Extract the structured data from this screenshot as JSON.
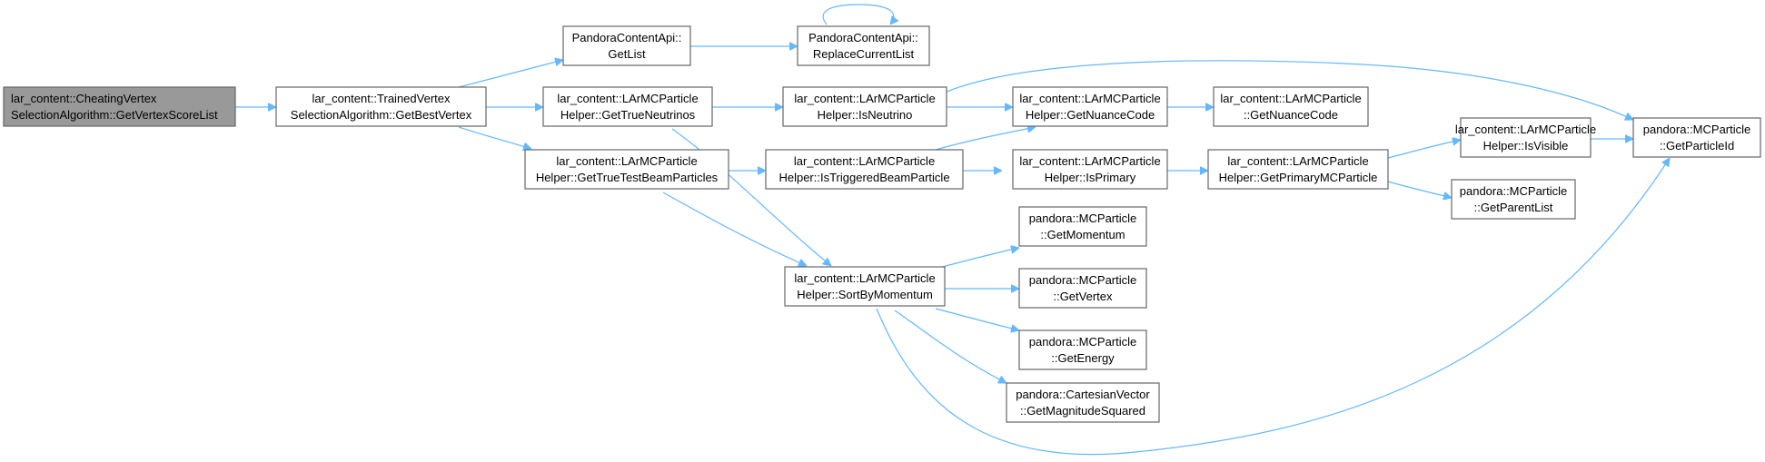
{
  "nodes": {
    "root": [
      "lar_content::CheatingVertex",
      "SelectionAlgorithm::GetVertexScoreList"
    ],
    "best": [
      "lar_content::TrainedVertex",
      "SelectionAlgorithm::GetBestVertex"
    ],
    "getlist": [
      "PandoraContentApi::",
      "GetList"
    ],
    "replace": [
      "PandoraContentApi::",
      "ReplaceCurrentList"
    ],
    "trueneu": [
      "lar_content::LArMCParticle",
      "Helper::GetTrueNeutrinos"
    ],
    "beam": [
      "lar_content::LArMCParticle",
      "Helper::GetTrueTestBeamParticles"
    ],
    "isneu": [
      "lar_content::LArMCParticle",
      "Helper::IsNeutrino"
    ],
    "istrig": [
      "lar_content::LArMCParticle",
      "Helper::IsTriggeredBeamParticle"
    ],
    "sort": [
      "lar_content::LArMCParticle",
      "Helper::SortByMomentum"
    ],
    "nuance1": [
      "lar_content::LArMCParticle",
      "Helper::GetNuanceCode"
    ],
    "nuance2": [
      "lar_content::LArMCParticle",
      "::GetNuanceCode"
    ],
    "isprim": [
      "lar_content::LArMCParticle",
      "Helper::IsPrimary"
    ],
    "primmc": [
      "lar_content::LArMCParticle",
      "Helper::GetPrimaryMCParticle"
    ],
    "isvis": [
      "lar_content::LArMCParticle",
      "Helper::IsVisible"
    ],
    "parent": [
      "pandora::MCParticle",
      "::GetParentList"
    ],
    "pid": [
      "pandora::MCParticle",
      "::GetParticleId"
    ],
    "mom": [
      "pandora::MCParticle",
      "::GetMomentum"
    ],
    "vtx": [
      "pandora::MCParticle",
      "::GetVertex"
    ],
    "energy": [
      "pandora::MCParticle",
      "::GetEnergy"
    ],
    "mag": [
      "pandora::CartesianVector",
      "::GetMagnitudeSquared"
    ]
  },
  "colors": {
    "edge": "#63b8ff",
    "root_fill": "#999999",
    "node_border": "#666666"
  }
}
